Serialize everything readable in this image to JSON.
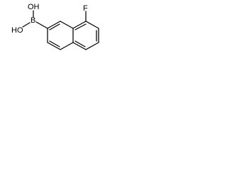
{
  "molecule": {
    "atoms": {
      "oh_top": "OH",
      "boron": "B",
      "oh_left": "HO",
      "fluorine": "F"
    },
    "colors": {
      "bond": "#000000",
      "label": "#000000",
      "background": "#ffffff"
    }
  }
}
